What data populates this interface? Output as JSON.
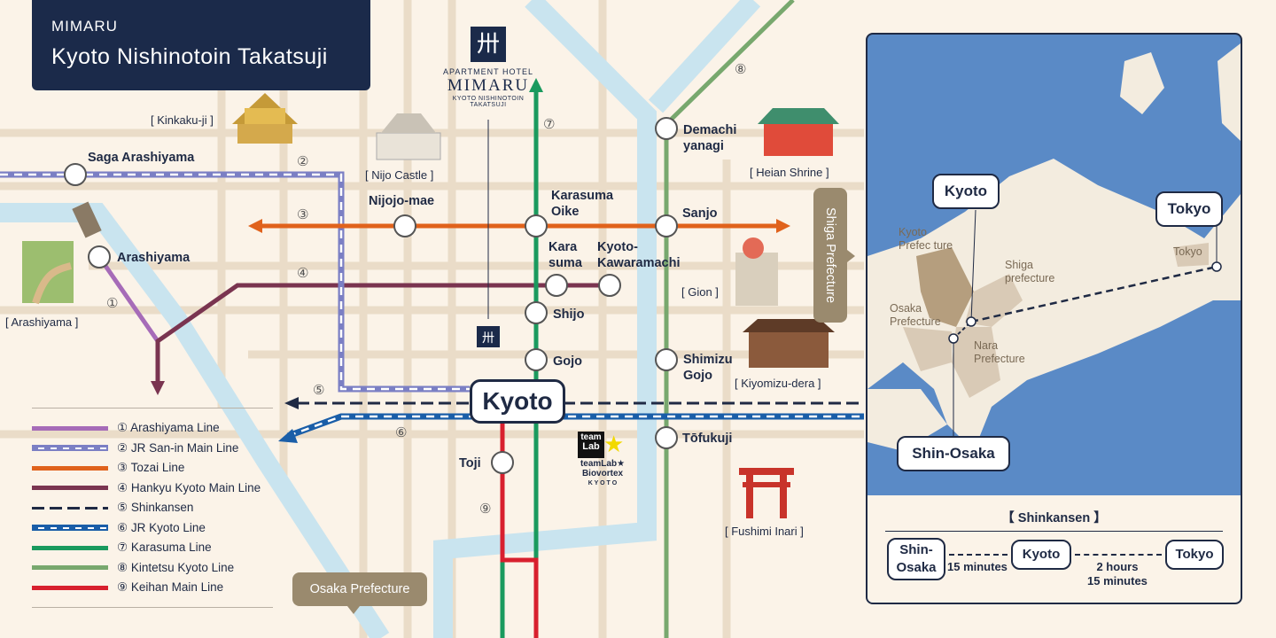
{
  "title": {
    "line1": "MIMARU",
    "line2": "Kyoto Nishinotoin Takatsuji"
  },
  "hotel_logo": {
    "line1": "APARTMENT HOTEL",
    "line2": "MIMARU",
    "line3": "KYOTO NISHINOTOIN",
    "line4": "TAKATSUJI"
  },
  "stations": {
    "saga_arashiyama": "Saga Arashiyama",
    "arashiyama": "Arashiyama",
    "nijojo_mae": "Nijojo-mae",
    "karasuma_oike_1": "Karasuma",
    "karasuma_oike_2": "Oike",
    "karasuma_1": "Kara",
    "karasuma_2": "suma",
    "kawaramachi_1": "Kyoto-",
    "kawaramachi_2": "Kawaramachi",
    "shijo": "Shijo",
    "gojo": "Gojo",
    "demachi_1": "Demachi",
    "demachi_2": "yanagi",
    "sanjo": "Sanjo",
    "shimizu_1": "Shimizu",
    "shimizu_2": "Gojo",
    "tofukuji": "Tōfukuji",
    "toji": "Toji",
    "kyoto": "Kyoto"
  },
  "sights": {
    "kinkakuji": "[ Kinkaku-ji ]",
    "nijo_castle": "[ Nijo Castle ]",
    "heian_shrine": "[ Heian Shrine ]",
    "gion": "[ Gion ]",
    "kiyomizu": "[ Kiyomizu-dera ]",
    "arashiyama": "[ Arashiyama ]",
    "fushimi_inari": "[ Fushimi Inari ]"
  },
  "teamlab": {
    "line1": "team",
    "line2": "Lab",
    "line3": "teamLab★",
    "line4": "Biovortex",
    "line5": "K Y O T O"
  },
  "line_numbers": {
    "n1": "①",
    "n2": "②",
    "n3": "③",
    "n4": "④",
    "n5": "⑤",
    "n6": "⑥",
    "n7": "⑦",
    "n8": "⑧",
    "n9": "⑨"
  },
  "legend": [
    {
      "label": "① Arashiyama Line",
      "color": "#a66bb8",
      "style": "solid"
    },
    {
      "label": "② JR San-in Main Line",
      "color": "#7b7fc4",
      "style": "dashed-white"
    },
    {
      "label": "③ Tozai Line",
      "color": "#e0621c",
      "style": "solid"
    },
    {
      "label": "④ Hankyu Kyoto Main Line",
      "color": "#7a3450",
      "style": "solid"
    },
    {
      "label": "⑤ Shinkansen",
      "color": "#1f2a44",
      "style": "dashed"
    },
    {
      "label": "⑥ JR Kyoto Line",
      "color": "#1a5ea8",
      "style": "dashed-white"
    },
    {
      "label": "⑦ Karasuma Line",
      "color": "#1a9a5e",
      "style": "solid"
    },
    {
      "label": "⑧ Kintetsu Kyoto Line",
      "color": "#78a86e",
      "style": "solid"
    },
    {
      "label": "⑨ Keihan Main Line",
      "color": "#d8202e",
      "style": "solid"
    }
  ],
  "tags": {
    "shiga": "Shiga Prefecture",
    "osaka": "Osaka Prefecture"
  },
  "inset": {
    "kyoto": "Kyoto",
    "tokyo": "Tokyo",
    "shin_osaka": "Shin-Osaka",
    "kyoto_pref_1": "Kyoto",
    "kyoto_pref_2": "Prefec ture",
    "shiga_1": "Shiga",
    "shiga_2": "prefecture",
    "osaka_1": "Osaka",
    "osaka_2": "Prefecture",
    "nara_1": "Nara",
    "nara_2": "Prefecture",
    "tokyo_small": "Tokyo",
    "shinkansen_title": "【 Shinkansen 】",
    "shin_osaka_1": "Shin-",
    "shin_osaka_2": "Osaka",
    "time1": "15 minutes",
    "kyoto_box": "Kyoto",
    "time2_1": "2 hours",
    "time2_2": "15 minutes",
    "tokyo_box": "Tokyo"
  },
  "colors": {
    "background": "#fbf3e8",
    "navy": "#1b2a4a",
    "sea": "#5a8ac6",
    "land": "#f3ecdf",
    "tag": "#9a8a6e"
  }
}
